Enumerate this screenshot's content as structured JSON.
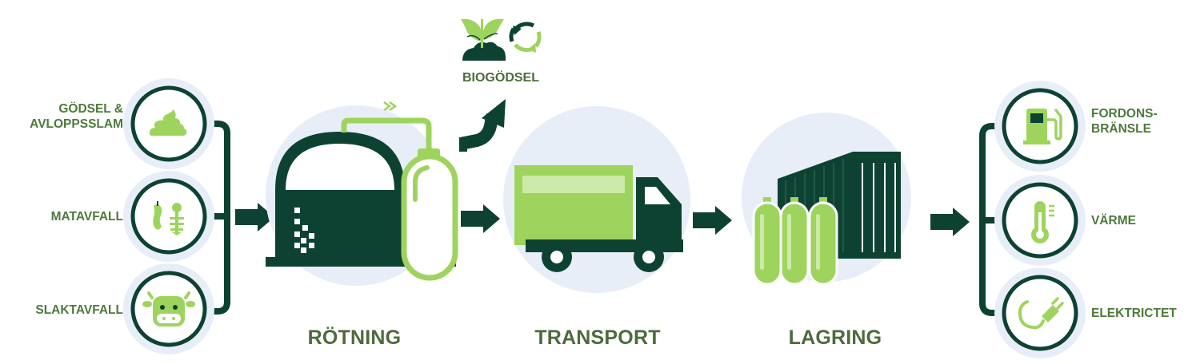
{
  "inputs": [
    {
      "label": "GÖDSEL &\nAVLOPPSSLAM",
      "icon": "manure-icon"
    },
    {
      "label": "MATAVFALL",
      "icon": "food-waste-icon"
    },
    {
      "label": "SLAKTAVFALL",
      "icon": "cow-icon"
    }
  ],
  "stages": [
    {
      "label": "RÖTNING",
      "icon": "digester-icon"
    },
    {
      "label": "TRANSPORT",
      "icon": "truck-icon"
    },
    {
      "label": "LAGRING",
      "icon": "gas-storage-icon"
    }
  ],
  "byproduct": {
    "label": "BIOGÖDSEL",
    "icon": "plant-recycle-icon"
  },
  "outputs": [
    {
      "label": "FORDONS-\nBRÄNSLE",
      "icon": "fuel-pump-icon"
    },
    {
      "label": "VÄRME",
      "icon": "thermometer-icon"
    },
    {
      "label": "ELEKTRICTET",
      "icon": "electric-plug-icon"
    }
  ],
  "colors": {
    "dark_green": "#0d4232",
    "light_green": "#9ed45e",
    "light_green_pale": "#cdeaa8",
    "circle_bg": "#e8eef8",
    "label_green": "#4c7a3a"
  }
}
